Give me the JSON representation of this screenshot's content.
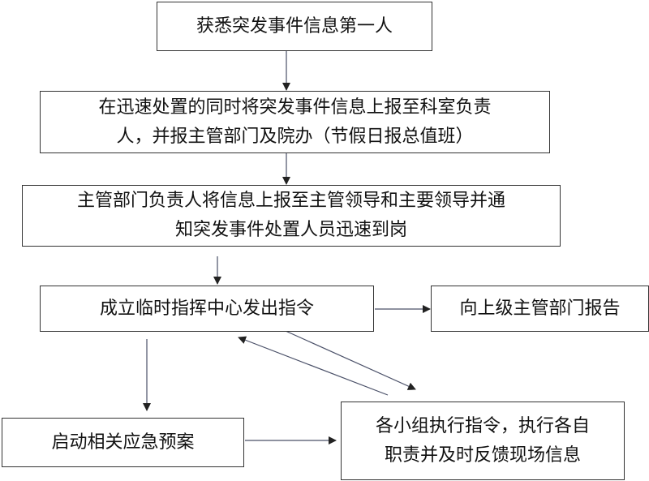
{
  "nodes": {
    "step1": "获悉突发事件信息第一人",
    "step2_line1": "在迅速处置的同时将突发事件信息上报至科室负责",
    "step2_line2": "人，并报主管部门及院办（节假日报总值班）",
    "step3_line1": "主管部门负责人将信息上报至主管领导和主要领导并通",
    "step3_line2": "知突发事件处置人员迅速到岗",
    "step4": "成立临时指挥中心发出指令",
    "step5": "向上级主管部门报告",
    "step6": "启动相关应急预案",
    "step7_line1": "各小组执行指令，执行各自",
    "step7_line2": "职责并及时反馈现场信息"
  },
  "colors": {
    "line": "#333333",
    "arrow": "#4a5068"
  }
}
